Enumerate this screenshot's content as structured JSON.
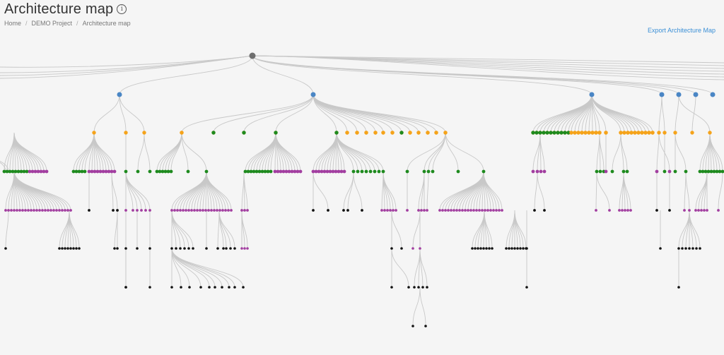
{
  "page": {
    "title": "Architecture map",
    "info_icon": "info-icon",
    "export_label": "Export Architecture Map"
  },
  "breadcrumb": [
    "Home",
    "DEMO Project",
    "Architecture map"
  ],
  "colors": {
    "background": "#f5f5f5",
    "edge": "#c8c8c8",
    "link": "#3a8fd6",
    "level_0": "#6e6e6e",
    "level_1": "#4a86c5",
    "level_2": "#f5a31a",
    "level_3": "#1e8a1e",
    "level_4": "#a23ea0",
    "level_5": "#111111"
  },
  "diagram": {
    "type": "tree",
    "levels": 7
  }
}
